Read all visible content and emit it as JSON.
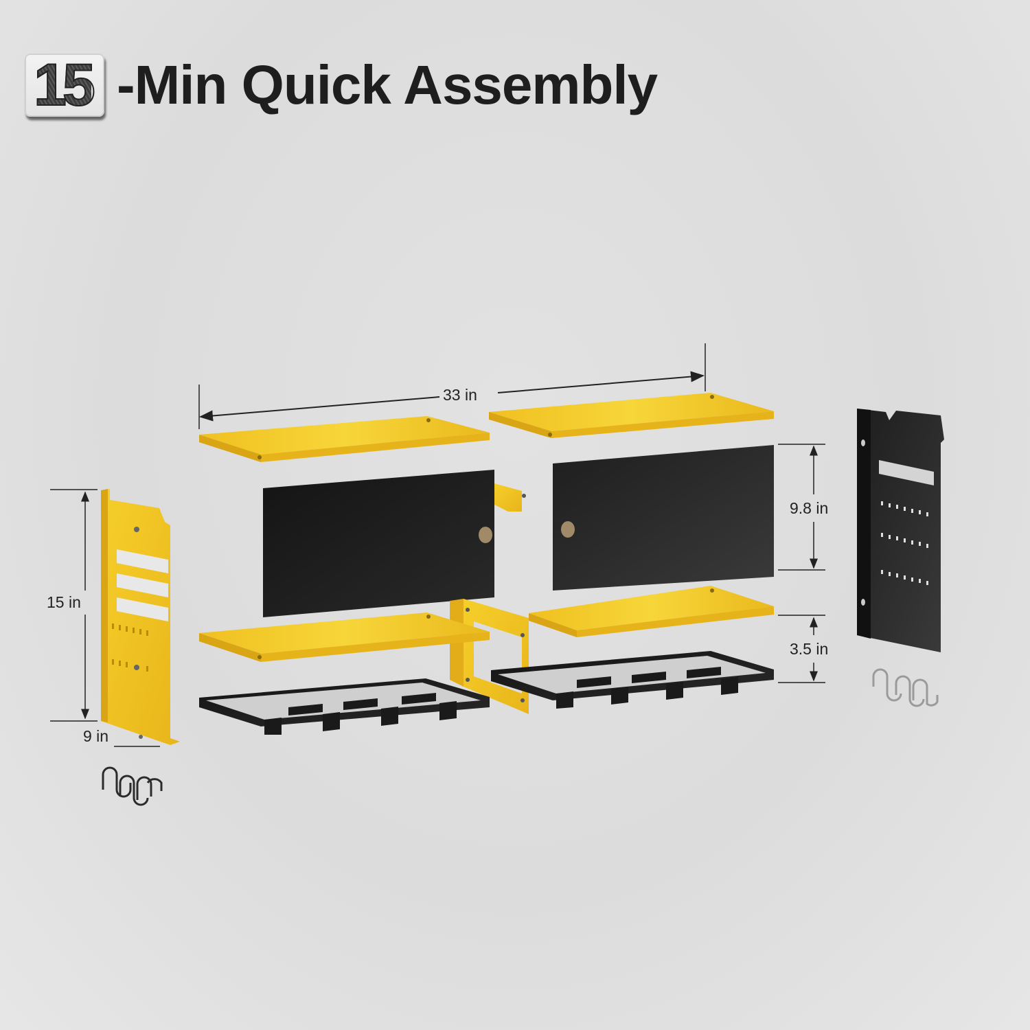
{
  "header": {
    "badge_number": "15",
    "title": "-Min Quick Assembly"
  },
  "dimensions": {
    "width": "33 in",
    "height": "15 in",
    "depth": "9 in",
    "door_height": "9.8 in",
    "rack_gap": "3.5 in"
  },
  "colors": {
    "background": "#dedede",
    "shelf_yellow": "#f0c020",
    "panel_black": "#1c1c1c",
    "text": "#1e1e1e"
  },
  "components": [
    "left-side-panel-yellow",
    "right-side-panel-black",
    "top-shelf-left",
    "top-shelf-right",
    "door-left",
    "door-right",
    "middle-shelf-left",
    "middle-shelf-right",
    "center-bracket",
    "drill-rack-left",
    "drill-rack-right",
    "s-hooks-left",
    "s-hooks-right"
  ]
}
